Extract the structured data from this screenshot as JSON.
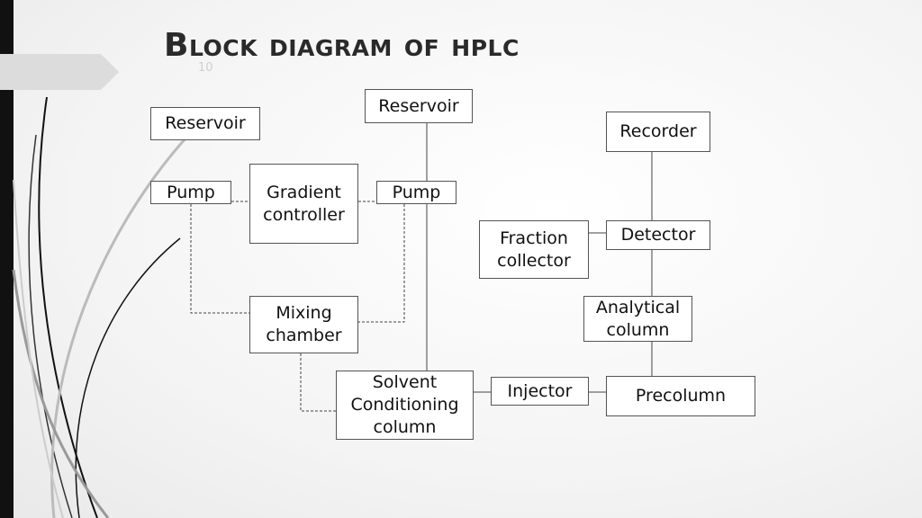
{
  "title": "Block diagram of hplc",
  "slide_number": "10",
  "blocks": {
    "reservoir_left": "Reservoir",
    "reservoir_top": "Reservoir",
    "recorder": "Recorder",
    "pump_left": "Pump",
    "gradient_controller": "Gradient\ncontroller",
    "pump_right": "Pump",
    "fraction_collector": "Fraction\ncollector",
    "detector": "Detector",
    "analytical_column": "Analytical\ncolumn",
    "mixing_chamber": "Mixing\nchamber",
    "solvent_conditioning_column": "Solvent\nConditioning\ncolumn",
    "injector": "Injector",
    "precolumn": "Precolumn"
  }
}
